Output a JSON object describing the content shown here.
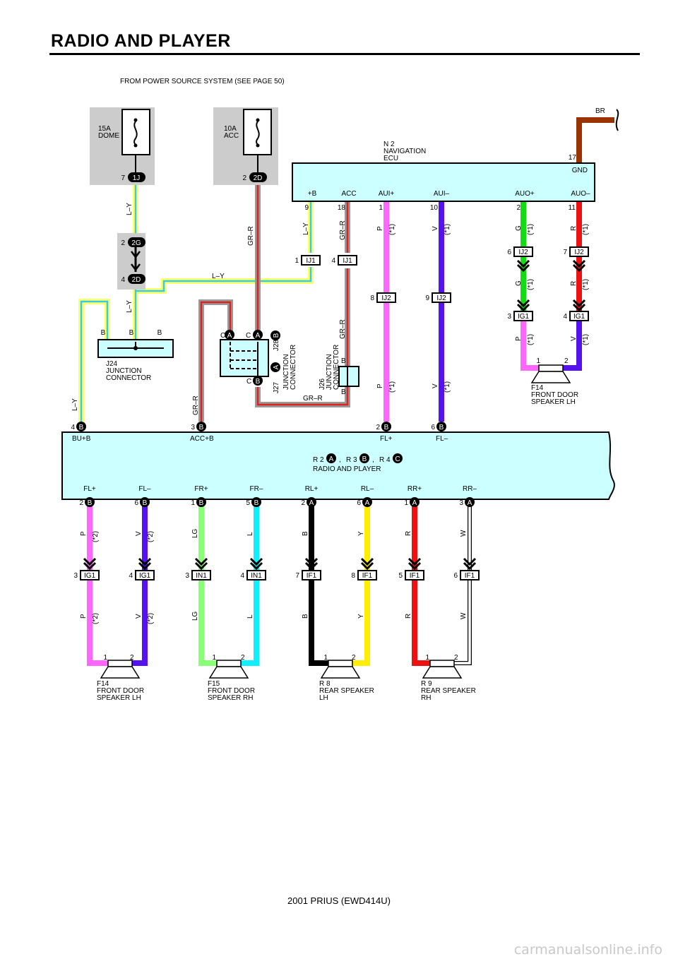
{
  "page": {
    "title": "RADIO AND PLAYER",
    "footer": "2001 PRIUS (EWD414U)",
    "watermark": "carmanualsonline.info"
  },
  "power_source": {
    "header": "FROM POWER SOURCE SYSTEM (SEE PAGE 50)",
    "fuses": [
      {
        "amp": "15A",
        "name": "DOME",
        "pin": "7",
        "connector": "1J"
      },
      {
        "amp": "10A",
        "name": "ACC",
        "pin": "2",
        "connector": "2D"
      }
    ],
    "relay_connectors": [
      {
        "pin": "2",
        "connector": "2G"
      },
      {
        "pin": "4",
        "connector": "2D"
      }
    ]
  },
  "nav_ecu": {
    "ref": "N 2",
    "name1": "NAVIGATION",
    "name2": "ECU",
    "gnd_pin": "17",
    "gnd_label": "GND",
    "ground_wire": "BR",
    "terminals": [
      {
        "label": "+B",
        "pin": "9"
      },
      {
        "label": "ACC",
        "pin": "18"
      },
      {
        "label": "AUI+",
        "pin": "1"
      },
      {
        "label": "AUI–",
        "pin": "10"
      },
      {
        "label": "AUO+",
        "pin": "2"
      },
      {
        "label": "AUO–",
        "pin": "11"
      }
    ]
  },
  "junctions": {
    "j24": {
      "ref": "J24",
      "name1": "JUNCTION",
      "name2": "CONNECTOR",
      "pins": [
        "B",
        "B",
        "B"
      ]
    },
    "j27": {
      "ref": "J27",
      "j28": "J28",
      "letter_a": "A",
      "letter_b": "B",
      "letter_c": "C",
      "name1": "JUNCTION",
      "name2": "CONNECTOR"
    },
    "j26": {
      "ref": "J26",
      "name1": "JUNCTION",
      "name2": "CONNECTOR",
      "pin": "B"
    }
  },
  "inline": {
    "ij1_a": {
      "pin": "1",
      "connector": "IJ1"
    },
    "ij1_b": {
      "pin": "4",
      "connector": "IJ1"
    },
    "ij2_p": {
      "pin": "8",
      "connector": "IJ2"
    },
    "ij2_v": {
      "pin": "9",
      "connector": "IJ2"
    },
    "ij2_g": {
      "pin": "6",
      "connector": "IJ2"
    },
    "ij2_r": {
      "pin": "7",
      "connector": "IJ2"
    },
    "ig1_p": {
      "pin": "3",
      "connector": "IG1"
    },
    "ig1_v": {
      "pin": "4",
      "connector": "IG1"
    }
  },
  "wires": {
    "ly": "L–Y",
    "grr": "GR–R",
    "p": "P",
    "v": "V",
    "g": "G",
    "r": "R",
    "lg": "LG",
    "l": "L",
    "b": "B",
    "y": "Y",
    "w": "W",
    "note1": "(*1)",
    "note2": "(*2)"
  },
  "radio": {
    "refs": {
      "r2": "R 2",
      "r3": "R 3",
      "r4": "R 4",
      "a": "A",
      "b": "B",
      "c": "C",
      "sep": ","
    },
    "name": "RADIO AND PLAYER",
    "top_terminals": [
      {
        "label": "BU+B",
        "pin": "4",
        "connector": "B"
      },
      {
        "label": "ACC+B",
        "pin": "3",
        "connector": "B"
      },
      {
        "label": "FL+",
        "pin": "2",
        "connector": "B"
      },
      {
        "label": "FL–",
        "pin": "6",
        "connector": "B"
      }
    ],
    "bottom_terminals": [
      {
        "label": "FL+",
        "pin": "2",
        "connector": "B"
      },
      {
        "label": "FL–",
        "pin": "6",
        "connector": "B"
      },
      {
        "label": "FR+",
        "pin": "1",
        "connector": "B"
      },
      {
        "label": "FR–",
        "pin": "5",
        "connector": "B"
      },
      {
        "label": "RL+",
        "pin": "2",
        "connector": "A"
      },
      {
        "label": "RL–",
        "pin": "6",
        "connector": "A"
      },
      {
        "label": "RR+",
        "pin": "1",
        "connector": "A"
      },
      {
        "label": "RR–",
        "pin": "3",
        "connector": "A"
      }
    ]
  },
  "bottom_inline": [
    {
      "pin": "3",
      "connector": "IG1"
    },
    {
      "pin": "4",
      "connector": "IG1"
    },
    {
      "pin": "3",
      "connector": "IN1"
    },
    {
      "pin": "4",
      "connector": "IN1"
    },
    {
      "pin": "7",
      "connector": "IF1"
    },
    {
      "pin": "8",
      "connector": "IF1"
    },
    {
      "pin": "5",
      "connector": "IF1"
    },
    {
      "pin": "6",
      "connector": "IF1"
    }
  ],
  "speakers": {
    "nav_f14": {
      "ref": "F14",
      "name1": "FRONT DOOR",
      "name2": "SPEAKER LH",
      "pin1": "1",
      "pin2": "2"
    },
    "f14": {
      "ref": "F14",
      "name1": "FRONT DOOR",
      "name2": "SPEAKER LH",
      "pin1": "1",
      "pin2": "2"
    },
    "f15": {
      "ref": "F15",
      "name1": "FRONT DOOR",
      "name2": "SPEAKER RH",
      "pin1": "1",
      "pin2": "2"
    },
    "r8": {
      "ref": "R 8",
      "name1": "REAR SPEAKER",
      "name2": "LH",
      "pin1": "1",
      "pin2": "2"
    },
    "r9": {
      "ref": "R 9",
      "name1": "REAR SPEAKER",
      "name2": "RH",
      "pin1": "1",
      "pin2": "2"
    }
  },
  "colors": {
    "ly_main": "#ffff66",
    "ly_stripe": "#33ccee",
    "grr_main": "#999999",
    "grr_stripe": "#dd2222",
    "pink": "#ff66ff",
    "violet": "#5511ee",
    "green": "#11dd11",
    "red": "#ee1111",
    "lightgreen": "#88ff77",
    "lightblue": "#11eeff",
    "black": "#000000",
    "yellow": "#ffee00",
    "white": "#ffffff",
    "brown": "#993300",
    "box_fill": "#ccffff",
    "fuse_bg": "#cccccc"
  }
}
